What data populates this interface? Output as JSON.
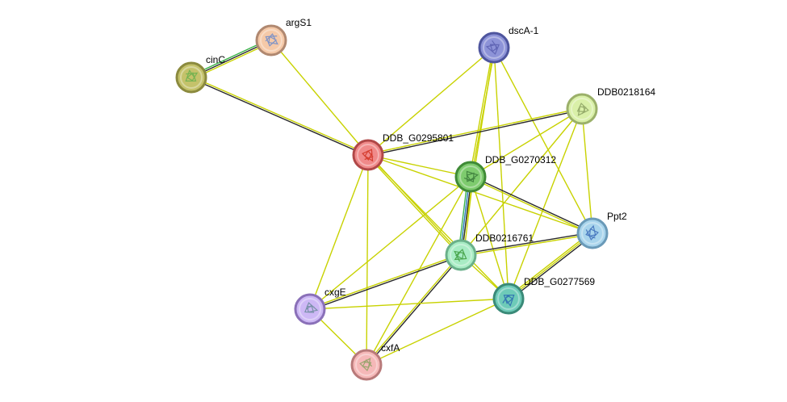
{
  "nodes": [
    {
      "id": "argS1",
      "label": "argS1",
      "color": "#f5c9a8",
      "stroke": "#b08870",
      "glyph": "#6a8acb"
    },
    {
      "id": "cinC",
      "label": "cinC",
      "color": "#c4c26a",
      "stroke": "#8b8a3e",
      "glyph": "#6ab04c"
    },
    {
      "id": "dscA-1",
      "label": "dscA-1",
      "color": "#8d93d8",
      "stroke": "#4e559e",
      "glyph": "#5a5fb0"
    },
    {
      "id": "DDB0218164",
      "label": "DDB0218164",
      "color": "#d9f0a8",
      "stroke": "#9bb06a",
      "glyph": "#8aa060"
    },
    {
      "id": "DDB_G0295801",
      "label": "DDB_G0295801",
      "color": "#f08a8a",
      "stroke": "#b04848",
      "glyph": "#d03020"
    },
    {
      "id": "DDB_G0270312",
      "label": "DDB_G0270312",
      "color": "#7ecb6e",
      "stroke": "#3f8a36",
      "glyph": "#3a7a3a"
    },
    {
      "id": "Ppt2",
      "label": "Ppt2",
      "color": "#a8d4ec",
      "stroke": "#6a9ab8",
      "glyph": "#3a6ab8"
    },
    {
      "id": "DDB0216761",
      "label": "DDB0216761",
      "color": "#a8ecc4",
      "stroke": "#6ab08a",
      "glyph": "#3a9a3a"
    },
    {
      "id": "DDB_G0277569",
      "label": "DDB_G0277569",
      "color": "#6ecbb8",
      "stroke": "#3a8a78",
      "glyph": "#2a6ab0"
    },
    {
      "id": "cxgE",
      "label": "cxgE",
      "color": "#cdb8f5",
      "stroke": "#8a70b8",
      "glyph": "#6a8a9a"
    },
    {
      "id": "cxfA",
      "label": "cxfA",
      "color": "#f5b8b8",
      "stroke": "#b87a7a",
      "glyph": "#8aa060"
    }
  ],
  "edges": [
    {
      "a": "argS1",
      "b": "cinC",
      "colors": [
        "#c8d200",
        "#2a2a2a",
        "#3cb44b"
      ]
    },
    {
      "a": "argS1",
      "b": "DDB_G0295801",
      "colors": [
        "#c8d200"
      ]
    },
    {
      "a": "cinC",
      "b": "DDB_G0295801",
      "colors": [
        "#c8d200",
        "#2a2a2a"
      ]
    },
    {
      "a": "dscA-1",
      "b": "DDB_G0295801",
      "colors": [
        "#c8d200"
      ]
    },
    {
      "a": "dscA-1",
      "b": "DDB_G0270312",
      "colors": [
        "#c8d200",
        "#c8d200"
      ]
    },
    {
      "a": "dscA-1",
      "b": "DDB0216761",
      "colors": [
        "#c8d200"
      ]
    },
    {
      "a": "dscA-1",
      "b": "DDB_G0277569",
      "colors": [
        "#c8d200"
      ]
    },
    {
      "a": "dscA-1",
      "b": "Ppt2",
      "colors": [
        "#c8d200"
      ]
    },
    {
      "a": "DDB0218164",
      "b": "DDB_G0295801",
      "colors": [
        "#2a2a2a",
        "#c8d200"
      ]
    },
    {
      "a": "DDB0218164",
      "b": "DDB_G0270312",
      "colors": [
        "#c8d200"
      ]
    },
    {
      "a": "DDB0218164",
      "b": "DDB0216761",
      "colors": [
        "#c8d200"
      ]
    },
    {
      "a": "DDB0218164",
      "b": "Ppt2",
      "colors": [
        "#c8d200"
      ]
    },
    {
      "a": "DDB0218164",
      "b": "DDB_G0277569",
      "colors": [
        "#c8d200"
      ]
    },
    {
      "a": "DDB_G0295801",
      "b": "DDB_G0270312",
      "colors": [
        "#c8d200"
      ]
    },
    {
      "a": "DDB_G0295801",
      "b": "DDB0216761",
      "colors": [
        "#c8d200",
        "#c8d200"
      ]
    },
    {
      "a": "DDB_G0295801",
      "b": "Ppt2",
      "colors": [
        "#c8d200"
      ]
    },
    {
      "a": "DDB_G0295801",
      "b": "cxgE",
      "colors": [
        "#c8d200"
      ]
    },
    {
      "a": "DDB_G0295801",
      "b": "cxfA",
      "colors": [
        "#c8d200"
      ]
    },
    {
      "a": "DDB_G0295801",
      "b": "DDB_G0277569",
      "colors": [
        "#c8d200"
      ]
    },
    {
      "a": "DDB_G0270312",
      "b": "DDB0216761",
      "colors": [
        "#c8d200",
        "#2a2a2a",
        "#1f78b4",
        "#3cb44b"
      ]
    },
    {
      "a": "DDB_G0270312",
      "b": "Ppt2",
      "colors": [
        "#2a2a2a",
        "#c8d200"
      ]
    },
    {
      "a": "DDB_G0270312",
      "b": "cxgE",
      "colors": [
        "#c8d200"
      ]
    },
    {
      "a": "DDB_G0270312",
      "b": "cxfA",
      "colors": [
        "#c8d200"
      ]
    },
    {
      "a": "DDB_G0270312",
      "b": "DDB_G0277569",
      "colors": [
        "#c8d200"
      ]
    },
    {
      "a": "DDB0216761",
      "b": "Ppt2",
      "colors": [
        "#2a2a2a",
        "#c8d200"
      ]
    },
    {
      "a": "DDB0216761",
      "b": "cxgE",
      "colors": [
        "#2a2a2a",
        "#c8d200"
      ]
    },
    {
      "a": "DDB0216761",
      "b": "cxfA",
      "colors": [
        "#2a2a2a",
        "#c8d200"
      ]
    },
    {
      "a": "DDB0216761",
      "b": "DDB_G0277569",
      "colors": [
        "#c8d200"
      ]
    },
    {
      "a": "Ppt2",
      "b": "DDB_G0277569",
      "colors": [
        "#2a2a2a",
        "#c8d200",
        "#c8d200"
      ]
    },
    {
      "a": "DDB_G0277569",
      "b": "cxgE",
      "colors": [
        "#c8d200"
      ]
    },
    {
      "a": "DDB_G0277569",
      "b": "cxfA",
      "colors": [
        "#c8d200"
      ]
    },
    {
      "a": "cxgE",
      "b": "cxfA",
      "colors": [
        "#c8d200"
      ]
    }
  ]
}
